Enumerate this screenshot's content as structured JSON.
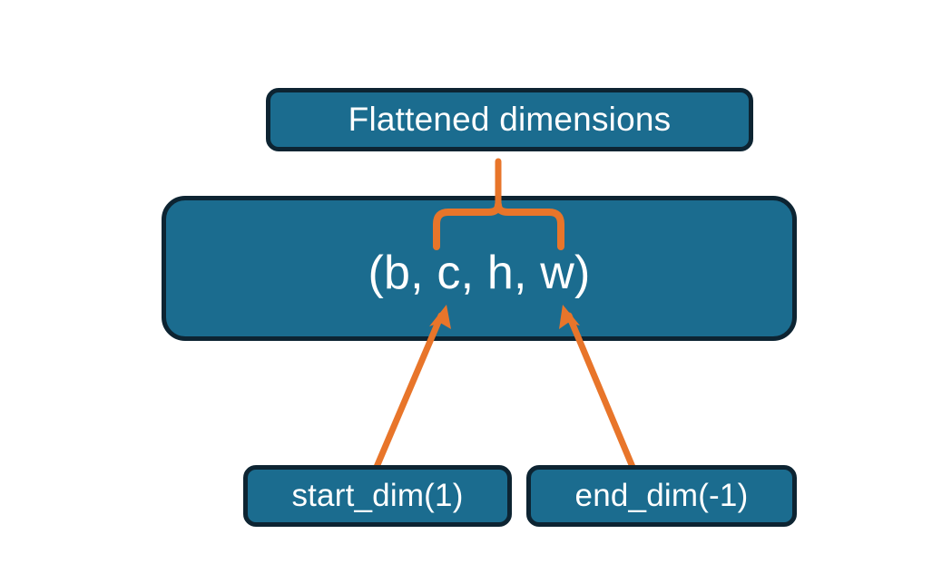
{
  "diagram": {
    "title": "torch flatten dimensions diagram",
    "background_color": "#ffffff",
    "box_fill_color": "#1b6c8f",
    "box_border_color": "#0d2432",
    "box_text_color": "#ffffff",
    "connector_color": "#e8752a",
    "nodes": {
      "flattened": {
        "label": "Flattened dimensions",
        "role": "caption for braced dimensions"
      },
      "shape": {
        "label": "(b, c, h, w)",
        "role": "tensor shape tuple"
      },
      "start_dim": {
        "label": "start_dim(1)",
        "role": "argument pointing at dimension c"
      },
      "end_dim": {
        "label": "end_dim(-1)",
        "role": "argument pointing at dimension w"
      }
    },
    "connectors": [
      {
        "name": "brace-to-flattened",
        "type": "curly-brace-with-stem",
        "from": "shape dimensions c..w",
        "to": "flattened"
      },
      {
        "name": "start-dim-arrow",
        "type": "arrow",
        "from": "start_dim",
        "to": "shape dimension c"
      },
      {
        "name": "end-dim-arrow",
        "type": "arrow",
        "from": "end_dim",
        "to": "shape dimension w"
      }
    ]
  }
}
